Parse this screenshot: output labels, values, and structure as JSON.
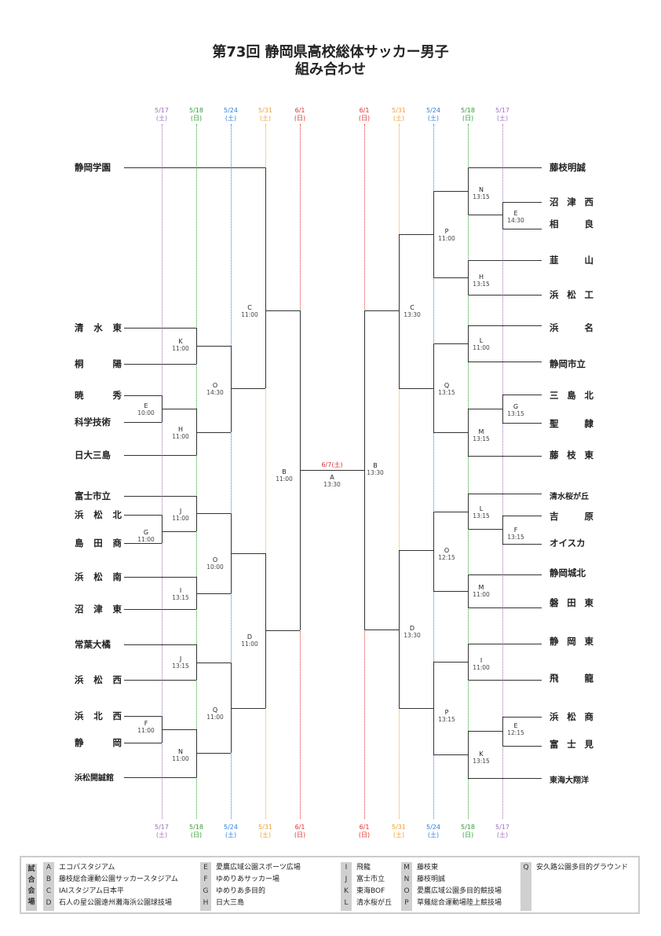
{
  "title": {
    "line1": "第73回 静岡県高校総体サッカー男子",
    "line2": "組み合わせ"
  },
  "dates": {
    "left": [
      {
        "date": "5/17",
        "day": "(土)",
        "color": "#a070c0"
      },
      {
        "date": "5/18",
        "day": "(日)",
        "color": "#30a030"
      },
      {
        "date": "5/24",
        "day": "(土)",
        "color": "#3080e0"
      },
      {
        "date": "5/31",
        "day": "(土)",
        "color": "#f0a030"
      },
      {
        "date": "6/1",
        "day": "(日)",
        "color": "#e03030"
      }
    ],
    "right": [
      {
        "date": "6/1",
        "day": "(日)",
        "color": "#e03030"
      },
      {
        "date": "5/31",
        "day": "(土)",
        "color": "#f0a030"
      },
      {
        "date": "5/24",
        "day": "(土)",
        "color": "#3080e0"
      },
      {
        "date": "5/18",
        "day": "(日)",
        "color": "#30a030"
      },
      {
        "date": "5/17",
        "day": "(土)",
        "color": "#a070c0"
      }
    ]
  },
  "final": {
    "date": "6/7(土)",
    "code": "A",
    "time": "13:30"
  },
  "left_teams": [
    {
      "name": "静岡学園",
      "spread": false
    },
    {
      "name": "清水東",
      "spread": true
    },
    {
      "name": "桐陽",
      "spread": true
    },
    {
      "name": "暁秀",
      "spread": true
    },
    {
      "name": "科学技術",
      "spread": false
    },
    {
      "name": "日大三島",
      "spread": false
    },
    {
      "name": "富士市立",
      "spread": false
    },
    {
      "name": "浜松北",
      "spread": true
    },
    {
      "name": "島田商",
      "spread": true
    },
    {
      "name": "浜松南",
      "spread": true
    },
    {
      "name": "沼津東",
      "spread": true
    },
    {
      "name": "常葉大橘",
      "spread": false
    },
    {
      "name": "浜松西",
      "spread": true
    },
    {
      "name": "浜北西",
      "spread": true
    },
    {
      "name": "静岡",
      "spread": true
    },
    {
      "name": "浜松開誠館",
      "spread": false,
      "small": true
    }
  ],
  "right_teams": [
    {
      "name": "藤枝明誠",
      "spread": false
    },
    {
      "name": "沼津西",
      "spread": true
    },
    {
      "name": "相良",
      "spread": true
    },
    {
      "name": "韮山",
      "spread": true
    },
    {
      "name": "浜松工",
      "spread": true
    },
    {
      "name": "浜名",
      "spread": true
    },
    {
      "name": "静岡市立",
      "spread": false
    },
    {
      "name": "三島北",
      "spread": true
    },
    {
      "name": "聖隷",
      "spread": true
    },
    {
      "name": "藤枝東",
      "spread": true
    },
    {
      "name": "清水桜が丘",
      "spread": false,
      "small": true
    },
    {
      "name": "吉原",
      "spread": true
    },
    {
      "name": "オイスカ",
      "spread": false
    },
    {
      "name": "静岡城北",
      "spread": false
    },
    {
      "name": "磐田東",
      "spread": true
    },
    {
      "name": "静岡東",
      "spread": true
    },
    {
      "name": "飛龍",
      "spread": true
    },
    {
      "name": "浜松商",
      "spread": true
    },
    {
      "name": "富士見",
      "spread": true
    },
    {
      "name": "東海大翔洋",
      "spread": false,
      "small": true
    }
  ],
  "left_matches": [
    {
      "code": "K",
      "time": "11:00"
    },
    {
      "code": "E",
      "time": "10:00"
    },
    {
      "code": "H",
      "time": "11:00"
    },
    {
      "code": "O",
      "time": "14:30"
    },
    {
      "code": "C",
      "time": "11:00"
    },
    {
      "code": "J",
      "time": "11:00"
    },
    {
      "code": "G",
      "time": "11:00"
    },
    {
      "code": "I",
      "time": "13:15"
    },
    {
      "code": "O",
      "time": "10:00"
    },
    {
      "code": "J",
      "time": "13:15"
    },
    {
      "code": "F",
      "time": "11:00"
    },
    {
      "code": "N",
      "time": "11:00"
    },
    {
      "code": "Q",
      "time": "11:00"
    },
    {
      "code": "D",
      "time": "11:00"
    },
    {
      "code": "B",
      "time": "11:00"
    }
  ],
  "right_matches": [
    {
      "code": "N",
      "time": "13:15"
    },
    {
      "code": "E",
      "time": "14:30"
    },
    {
      "code": "H",
      "time": "13:15"
    },
    {
      "code": "P",
      "time": "11:00"
    },
    {
      "code": "L",
      "time": "11:00"
    },
    {
      "code": "G",
      "time": "13:15"
    },
    {
      "code": "M",
      "time": "13:15"
    },
    {
      "code": "Q",
      "time": "13:15"
    },
    {
      "code": "C",
      "time": "13:30"
    },
    {
      "code": "L",
      "time": "13:15"
    },
    {
      "code": "F",
      "time": "13:15"
    },
    {
      "code": "M",
      "time": "11:00"
    },
    {
      "code": "O",
      "time": "12:15"
    },
    {
      "code": "I",
      "time": "11:00"
    },
    {
      "code": "E",
      "time": "12:15"
    },
    {
      "code": "K",
      "time": "13:15"
    },
    {
      "code": "P",
      "time": "13:15"
    },
    {
      "code": "D",
      "time": "13:30"
    },
    {
      "code": "B",
      "time": "13:30"
    }
  ],
  "venues": {
    "heading": "試合会場",
    "columns": [
      [
        {
          "key": "A",
          "name": "エコパスタジアム"
        },
        {
          "key": "B",
          "name": "藤枝総合運動公園サッカースタジアム"
        },
        {
          "key": "C",
          "name": "IAIスタジアム日本平"
        },
        {
          "key": "D",
          "name": "石人の星公園遠州灘海浜公園球技場"
        }
      ],
      [
        {
          "key": "E",
          "name": "愛鷹広域公園スポーツ広場"
        },
        {
          "key": "F",
          "name": "ゆめりあサッカー場"
        },
        {
          "key": "G",
          "name": "ゆめりあ多目的"
        },
        {
          "key": "H",
          "name": "日大三島"
        }
      ],
      [
        {
          "key": "I",
          "name": "飛龍"
        },
        {
          "key": "J",
          "name": "富士市立"
        },
        {
          "key": "K",
          "name": "東海BOF"
        },
        {
          "key": "L",
          "name": "清水桜が丘"
        }
      ],
      [
        {
          "key": "M",
          "name": "藤枝東"
        },
        {
          "key": "N",
          "name": "藤枝明誠"
        },
        {
          "key": "O",
          "name": "愛鷹広域公園多目的競技場"
        },
        {
          "key": "P",
          "name": "草薙総合運動場陸上競技場"
        }
      ],
      [
        {
          "key": "Q",
          "name": "安久路公園多目的グラウンド"
        }
      ]
    ]
  }
}
